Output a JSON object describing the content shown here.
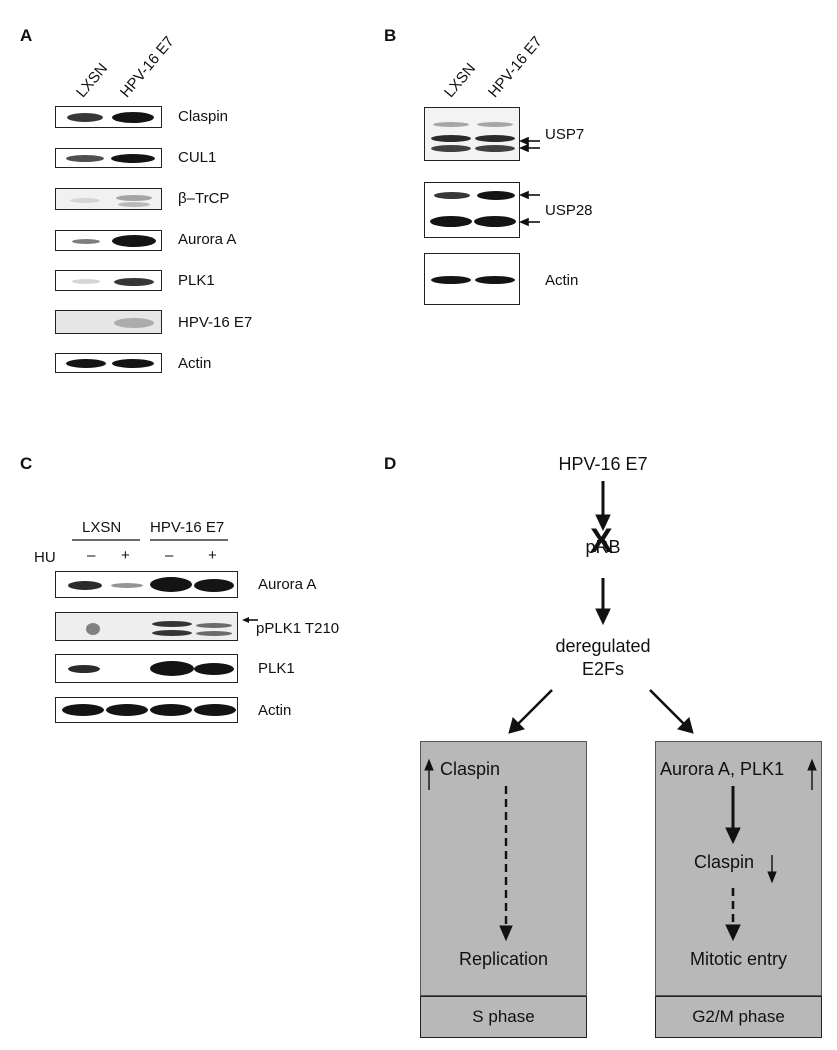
{
  "panels": {
    "a": {
      "letter": "A",
      "lanes": [
        "LXSN",
        "HPV-16 E7"
      ],
      "blots": [
        "Claspin",
        "CUL1",
        "β–TrCP",
        "Aurora A",
        "PLK1",
        "HPV-16 E7",
        "Actin"
      ]
    },
    "b": {
      "letter": "B",
      "lanes": [
        "LXSN",
        "HPV-16 E7"
      ],
      "blots": [
        "USP7",
        "USP28",
        "Actin"
      ]
    },
    "c": {
      "letter": "C",
      "groups": [
        "LXSN",
        "HPV-16 E7"
      ],
      "hu_label": "HU",
      "hu_signs": [
        "–",
        "+",
        "–",
        "+"
      ],
      "blots": [
        "Aurora A",
        "pPLK1 T210",
        "PLK1",
        "Actin"
      ]
    },
    "d": {
      "letter": "D",
      "top": "HPV-16 E7",
      "prb": "pRB",
      "prb_cross": "X",
      "e2f_line1": "deregulated",
      "e2f_line2": "E2Fs",
      "left_top": "Claspin",
      "left_bottom": "Replication",
      "left_phase": "S phase",
      "right_top": "Aurora A, PLK1",
      "right_mid": "Claspin",
      "right_bottom": "Mitotic entry",
      "right_phase": "G2/M phase"
    }
  }
}
